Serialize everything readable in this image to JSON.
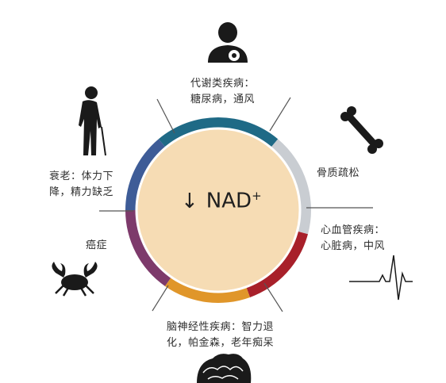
{
  "center": {
    "arrow": "↓",
    "text": "NAD",
    "superscript": "+"
  },
  "segments": [
    {
      "name": "metabolic",
      "color": "#1f6a86",
      "start": 320,
      "end": 40
    },
    {
      "name": "bone",
      "color": "#c9cdd2",
      "start": 40,
      "end": 105
    },
    {
      "name": "cardio",
      "color": "#a8202a",
      "start": 105,
      "end": 160
    },
    {
      "name": "neuro",
      "color": "#e0962a",
      "start": 160,
      "end": 215
    },
    {
      "name": "cancer",
      "color": "#7d3a6b",
      "start": 215,
      "end": 270
    },
    {
      "name": "aging",
      "color": "#3e5c97",
      "start": 270,
      "end": 320
    }
  ],
  "colors": {
    "inner_fill": "#f6dcb4",
    "inner_stroke": "#ffffff",
    "line": "#555555",
    "icon": "#1a1a1a"
  },
  "labels": {
    "metabolic": [
      "代谢类疾病：",
      "糖尿病，通风"
    ],
    "bone": [
      "骨质疏松"
    ],
    "cardio": [
      "心血管疾病：",
      "心脏病，中风"
    ],
    "neuro": [
      "脑神经性疾病：智力退",
      "化，帕金森，老年痴呆"
    ],
    "cancer": [
      "癌症"
    ],
    "aging": [
      "衰老：体力下",
      "降，精力缺乏"
    ]
  },
  "icons": [
    "doctor-icon",
    "bone-icon",
    "heartbeat-icon",
    "brain-icon",
    "crab-icon",
    "elderly-person-icon"
  ]
}
